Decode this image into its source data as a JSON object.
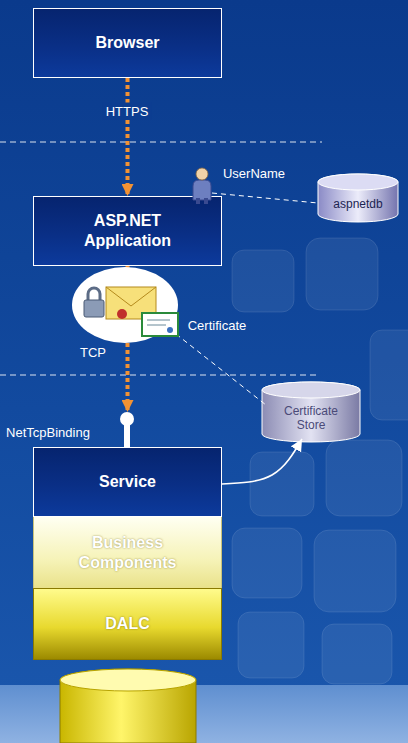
{
  "diagram": {
    "nodes": [
      {
        "text": [
          "Browser"
        ]
      },
      {
        "text": [
          "ASP.NET Application"
        ]
      },
      {
        "text": [
          "aspnetdb"
        ]
      },
      {
        "text": [
          "Certificate Store"
        ]
      },
      {
        "text": [
          "Service"
        ]
      },
      {
        "text": [
          "Business Components"
        ]
      },
      {
        "text": [
          "DALC"
        ]
      }
    ],
    "edges": [
      {
        "from": 0,
        "to": 1,
        "arrow": "to",
        "label": "HTTPS"
      },
      {
        "from": 1,
        "to": 4,
        "arrow": "to",
        "label": "TCP"
      },
      {
        "from": 4,
        "to": 3,
        "arrow": "to"
      }
    ],
    "labels": [
      "UserName",
      "Certificate",
      "NetTcpBinding"
    ]
  }
}
